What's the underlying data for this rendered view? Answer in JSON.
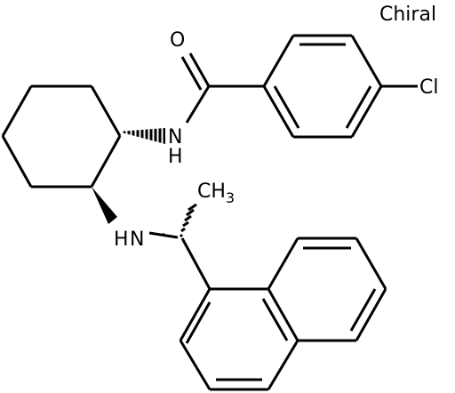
{
  "chirality_label": "Chiral",
  "atoms": {
    "oxygen": "O",
    "chlorine": "Cl",
    "amide_n": "N",
    "amide_h": "H",
    "amine_n": "N",
    "amine_h": "H",
    "methyl_c": "CH",
    "methyl_sub": "3"
  }
}
